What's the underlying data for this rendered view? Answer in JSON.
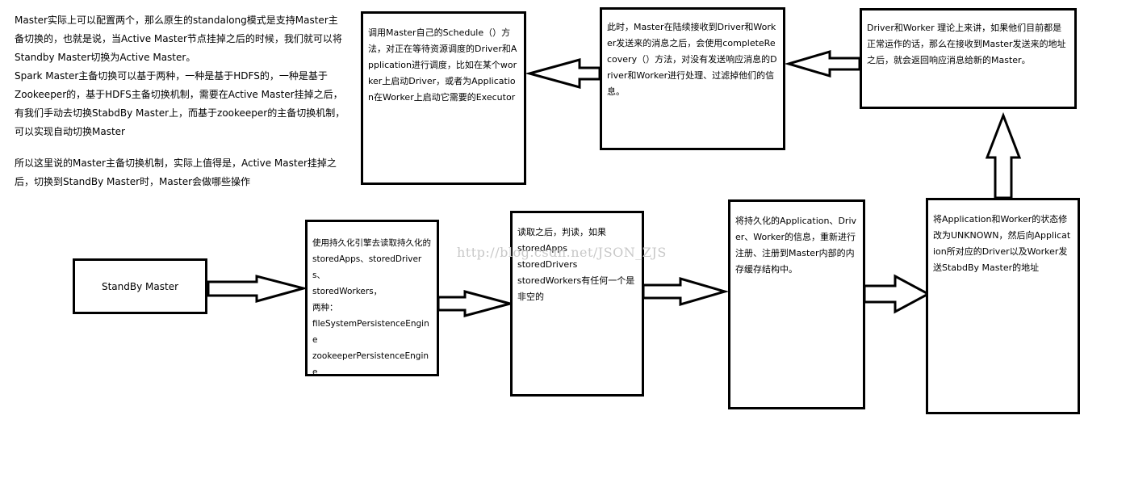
{
  "intro": {
    "para1": "Master实际上可以配置两个，那么原生的standalong模式是支持Master主备切换的，也就是说，当Active Master节点挂掉之后的时候，我们就可以将Standby Master切换为Active Master。",
    "para2": "Spark Master主备切换可以基于两种，一种是基于HDFS的，一种是基于Zookeeper的，基于HDFS主备切换机制，需要在Active Master挂掉之后，有我们手动去切换StabdBy Master上，而基于zookeeper的主备切换机制，可以实现自动切换Master",
    "para3": "所以这里说的Master主备切换机制，实际上值得是，Active Master挂掉之后，切换到StandBy Master时，Master会做哪些操作"
  },
  "boxes": {
    "standby": "StandBy Master",
    "read": {
      "line1": "使用持久化引擎去读取持久化的",
      "line2": "storedApps、storedDrivers、",
      "line3": "storedWorkers，",
      "line4": "两种：",
      "line5": "fileSystemPersistenceEngine",
      "line6": "zookeeperPersistenceEngine"
    },
    "check": {
      "line1": "读取之后，判读，如果",
      "line2": "storedApps",
      "line3": "storedDrivers",
      "line4": "storedWorkers有任何一个是非空的"
    },
    "register": "将持久化的Application、Driver、Worker的信息，重新进行注册、注册到Master内部的内存缓存结构中。",
    "unknown": "将Application和Worker的状态修改为UNKNOWN，然后向Application所对应的Driver以及Worker发送StabdBy Master的地址",
    "respond": "Driver和Worker 理论上来讲，如果他们目前都是正常运作的话，那么在接收到Master发送来的地址之后，就会返回响应消息给新的Master。",
    "recovery": "此时，Master在陆续接收到Driver和Worker发送来的消息之后，会使用completeRecovery（）方法，对没有发送响应消息的Driver和Worker进行处理、过滤掉他们的信息。",
    "schedule": "调用Master自己的Schedule（）方法，对正在等待资源调度的Driver和Application进行调度，比如在某个worker上启动Driver，或者为Application在Worker上启动它需要的Executor"
  },
  "watermark": "http://blog.csdn.net/JSON_ZJS"
}
